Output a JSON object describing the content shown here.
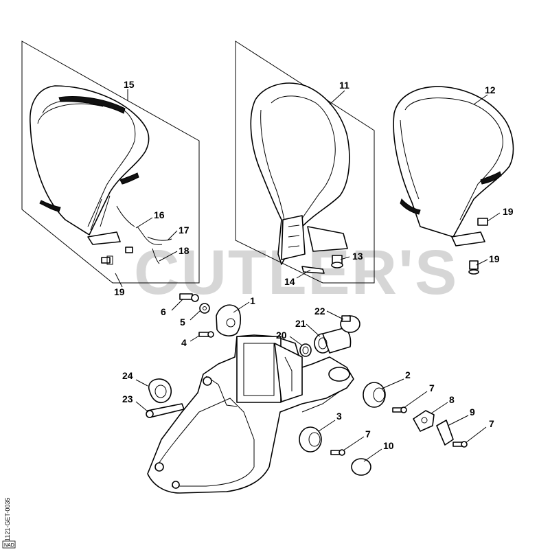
{
  "watermark": "CUTLER'S",
  "drawing_code": "1121-GET-0035",
  "drawing_code_suffix": "NAD",
  "callouts": {
    "c1": "1",
    "c2": "2",
    "c3": "3",
    "c4": "4",
    "c5": "5",
    "c6": "6",
    "c7a": "7",
    "c7b": "7",
    "c7c": "7",
    "c8": "8",
    "c9": "9",
    "c10": "10",
    "c11": "11",
    "c12": "12",
    "c13": "13",
    "c14": "14",
    "c15": "15",
    "c16": "16",
    "c17": "17",
    "c18": "18",
    "c19a": "19",
    "c19b": "19",
    "c19c": "19",
    "c20": "20",
    "c21": "21",
    "c22": "22",
    "c23": "23",
    "c24": "24"
  }
}
